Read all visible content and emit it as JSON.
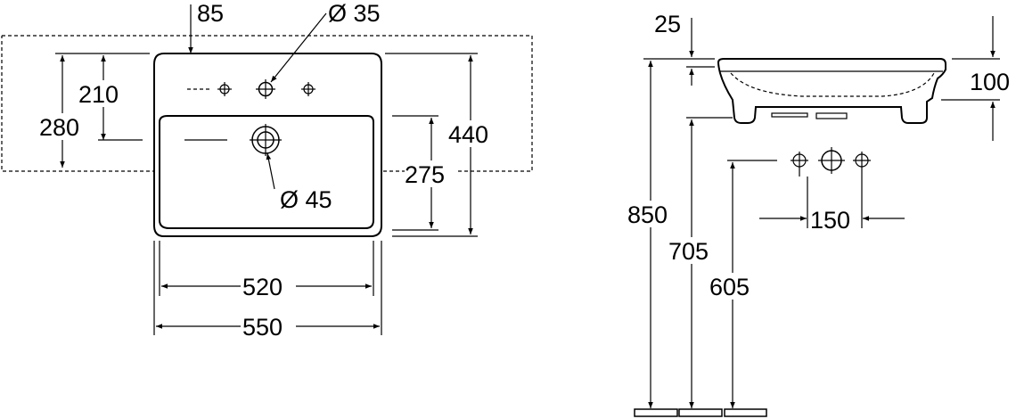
{
  "plan_view": {
    "d_tap_hole": "Ø 35",
    "d_waste": "Ø 45",
    "offset_85": "85",
    "h_210": "210",
    "h_280": "280",
    "h_275": "275",
    "h_440": "440",
    "w_520": "520",
    "w_550": "550"
  },
  "side_view": {
    "rim_25": "25",
    "depth_100": "100",
    "height_850": "850",
    "height_705": "705",
    "height_605": "605",
    "tap_spacing_150": "150"
  }
}
